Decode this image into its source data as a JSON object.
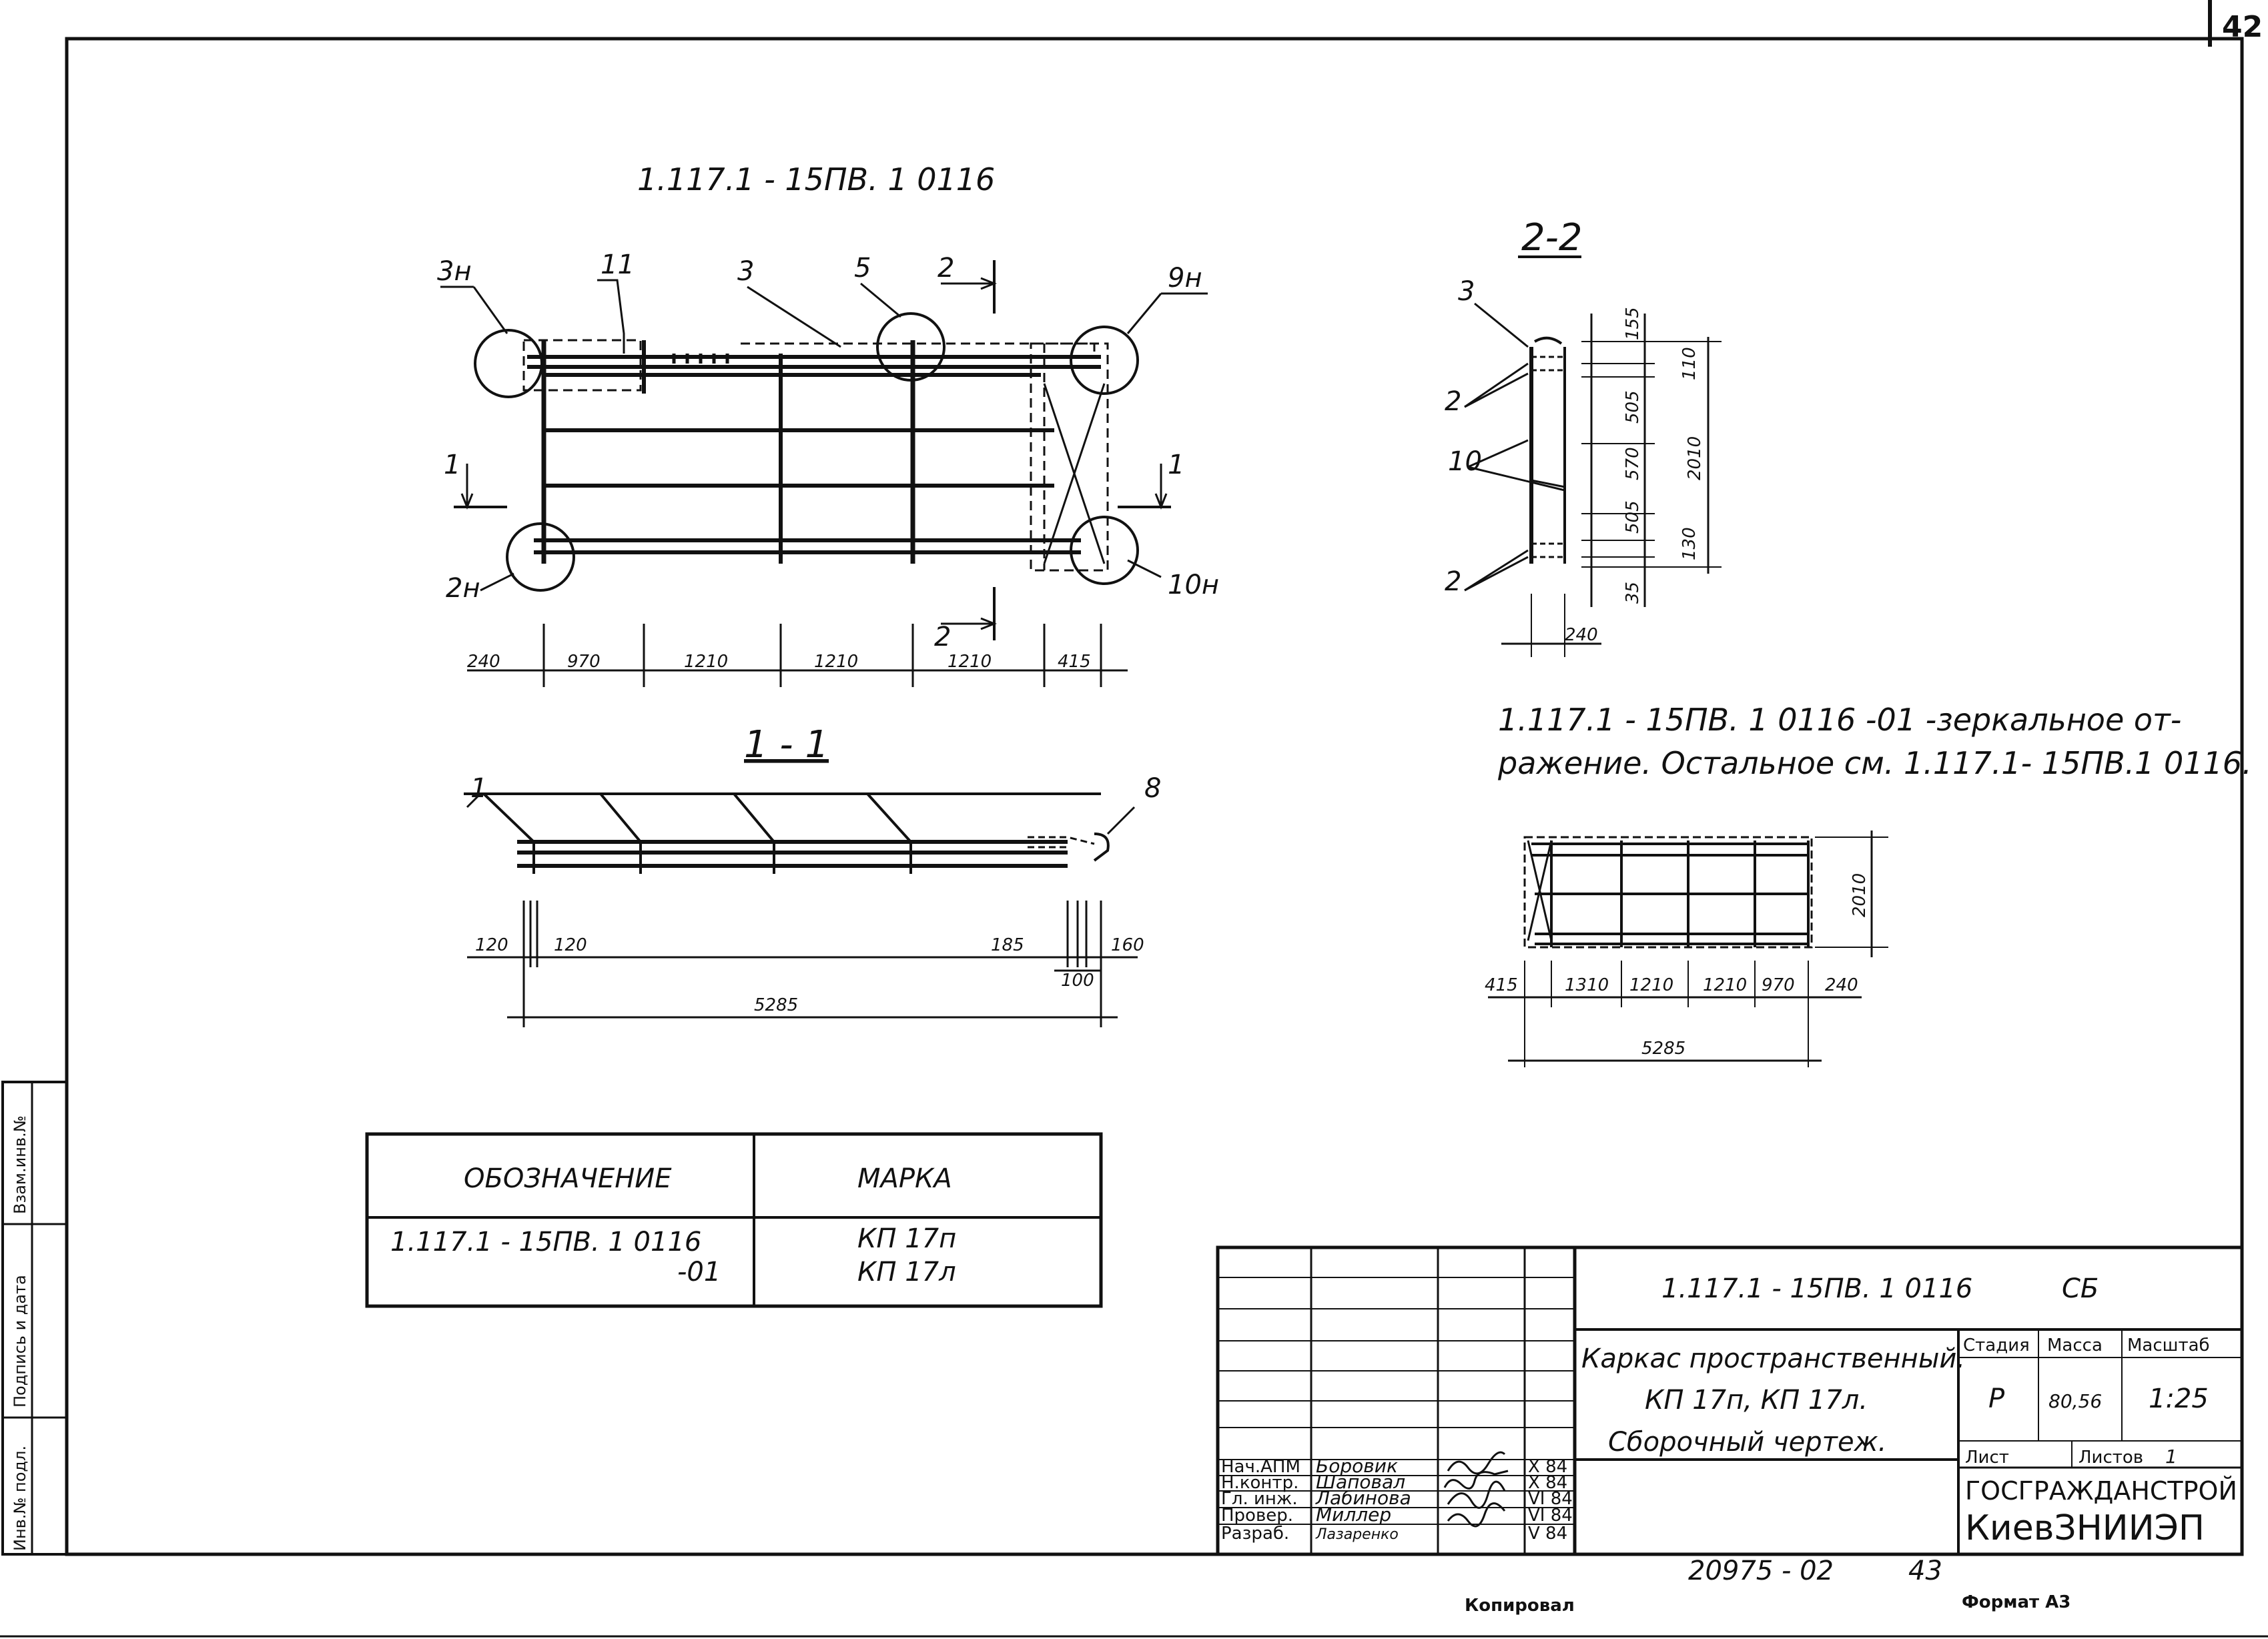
{
  "sheet_number": "42",
  "drawing": {
    "top_title": "1.117.1 - 15ПВ.  1  0116",
    "leaders": [
      "3н",
      "11",
      "3",
      "5",
      "2",
      "9н",
      "2н",
      "10н",
      "1"
    ],
    "section_marks": {
      "s1": "1",
      "s2": "2"
    },
    "plan_dims": [
      "240",
      "970",
      "1210",
      "1210",
      "1210",
      "415"
    ],
    "section_1_1": {
      "title": "1 - 1",
      "leaders": [
        "1",
        "8"
      ],
      "dims": [
        "120",
        "120",
        "185",
        "160",
        "100",
        "5285"
      ]
    },
    "section_2_2": {
      "title": "2-2",
      "leaders": [
        "3",
        "2",
        "10",
        "2"
      ],
      "dims": [
        "155",
        "505",
        "570",
        "505",
        "35",
        "110",
        "2010",
        "130",
        "240"
      ]
    },
    "mirror_note_line1": "1.117.1 - 15ПВ.  1  0116 -01      -зеркальное от-",
    "mirror_note_line2": "ражение.  Остальное   см.  1.117.1- 15ПВ.1 0116.",
    "small_view": {
      "dims": [
        "415",
        "1310",
        "1210",
        "1210",
        "970",
        "240",
        "5285",
        "2010"
      ]
    }
  },
  "designation_table": {
    "headers": [
      "ОБОЗНАЧЕНИЕ",
      "МАРКА"
    ],
    "row_code": "1.117.1 - 15ПВ. 1  0116",
    "row_suffix": "-01",
    "marks": [
      "КП 17п",
      "КП 17л"
    ]
  },
  "title_block": {
    "code": "1.117.1 -  15ПВ.   1   0116",
    "doc_type": "СБ",
    "name_line1": "Каркас  пространственный.",
    "name_line2": "КП 17п,  КП 17л.",
    "name_line3": "Сборочный    чертеж.",
    "stage_label": "Стадия",
    "mass_label": "Масса",
    "scale_label": "Масштаб",
    "stage": "Р",
    "mass": "80,56",
    "scale": "1:25",
    "sheet_label": "Лист",
    "sheets_label": "Листов",
    "sheets": "1",
    "org1": "ГОСГРАЖДАНСТРОЙ",
    "org2": "КиевЗНИИЭП",
    "staff": [
      {
        "role": "Нач.АПМ",
        "name": "Боровик",
        "date": "X 84"
      },
      {
        "role": "Н.контр.",
        "name": "Шаповал",
        "date": "X 84"
      },
      {
        "role": "Гл. инж.",
        "name": "Лабинова",
        "date": "VI 84"
      },
      {
        "role": "Провер.",
        "name": "Миллер",
        "date": "VI 84"
      },
      {
        "role": "Разраб.",
        "name": "Лазаренко",
        "date": "V 84"
      }
    ]
  },
  "left_margin": [
    "Взам.инв.№",
    "Подпись и дата",
    "Инв.№ подл."
  ],
  "bottom": {
    "archive_no": "20975 - 02",
    "archive_sheet": "43",
    "copied": "Копировал",
    "format": "Формат  А3"
  }
}
